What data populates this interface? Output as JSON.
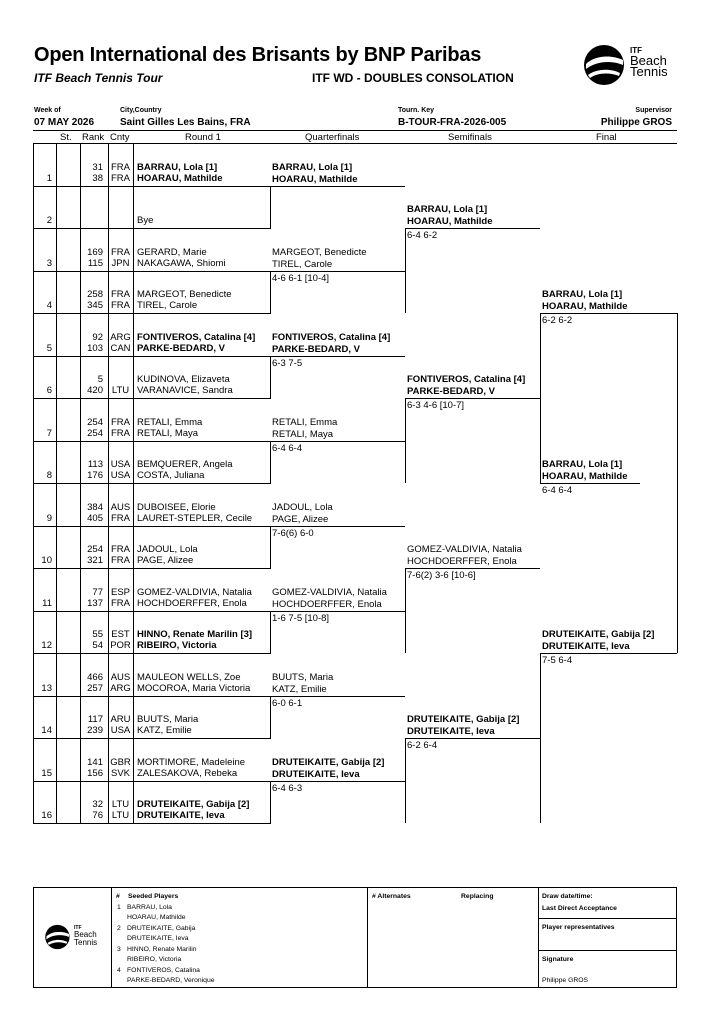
{
  "header": {
    "title": "Open International des Brisants by BNP Paribas",
    "tour": "ITF Beach Tennis Tour",
    "event": "ITF WD - DOUBLES CONSOLATION",
    "logo": {
      "small": "ITF",
      "line1": "Beach",
      "line2": "Tennis"
    }
  },
  "info": {
    "week_label": "Week of",
    "week_value": "07 MAY 2026",
    "city_label": "City,Country",
    "city_value": "Saint Gilles Les Bains, FRA",
    "key_label": "Tourn. Key",
    "key_value": "B-TOUR-FRA-2026-005",
    "sup_label": "Supervisor",
    "sup_value": "Philippe GROS"
  },
  "columns": {
    "st": "St.",
    "rank": "Rank",
    "cnty": "Cnty",
    "r1": "Round 1",
    "qf": "Quarterfinals",
    "sf": "Semifinals",
    "f": "Final"
  },
  "draw": [
    {
      "no": "1",
      "p1": {
        "rank": "31",
        "cnty": "FRA",
        "name": "BARRAU, Lola [1]"
      },
      "p2": {
        "rank": "38",
        "cnty": "FRA",
        "name": "HOARAU, Mathilde"
      },
      "bold": true
    },
    {
      "no": "2",
      "p1": {
        "rank": "",
        "cnty": "",
        "name": ""
      },
      "p2": {
        "rank": "",
        "cnty": "",
        "name": "Bye"
      },
      "bold": false
    },
    {
      "no": "3",
      "p1": {
        "rank": "169",
        "cnty": "FRA",
        "name": "GERARD, Marie"
      },
      "p2": {
        "rank": "115",
        "cnty": "JPN",
        "name": "NAKAGAWA, Shiomi"
      },
      "bold": false
    },
    {
      "no": "4",
      "p1": {
        "rank": "258",
        "cnty": "FRA",
        "name": "MARGEOT, Benedicte"
      },
      "p2": {
        "rank": "345",
        "cnty": "FRA",
        "name": "TIREL, Carole"
      },
      "bold": false
    },
    {
      "no": "5",
      "p1": {
        "rank": "92",
        "cnty": "ARG",
        "name": "FONTIVEROS, Catalina [4]"
      },
      "p2": {
        "rank": "103",
        "cnty": "CAN",
        "name": "PARKE-BEDARD, V"
      },
      "bold": true
    },
    {
      "no": "6",
      "p1": {
        "rank": "5",
        "cnty": "",
        "name": "KUDINOVA, Elizaveta"
      },
      "p2": {
        "rank": "420",
        "cnty": "LTU",
        "name": "VARANAVICE, Sandra"
      },
      "bold": false
    },
    {
      "no": "7",
      "p1": {
        "rank": "254",
        "cnty": "FRA",
        "name": "RETALI, Emma"
      },
      "p2": {
        "rank": "254",
        "cnty": "FRA",
        "name": "RETALI, Maya"
      },
      "bold": false
    },
    {
      "no": "8",
      "p1": {
        "rank": "113",
        "cnty": "USA",
        "name": "BEMQUERER, Angela"
      },
      "p2": {
        "rank": "176",
        "cnty": "USA",
        "name": "COSTA, Juliana"
      },
      "bold": false
    },
    {
      "no": "9",
      "p1": {
        "rank": "384",
        "cnty": "AUS",
        "name": "DUBOISEE, Elorie"
      },
      "p2": {
        "rank": "405",
        "cnty": "FRA",
        "name": "LAURET-STEPLER, Cecile"
      },
      "bold": false
    },
    {
      "no": "10",
      "p1": {
        "rank": "254",
        "cnty": "FRA",
        "name": "JADOUL, Lola"
      },
      "p2": {
        "rank": "321",
        "cnty": "FRA",
        "name": "PAGE, Alizee"
      },
      "bold": false
    },
    {
      "no": "11",
      "p1": {
        "rank": "77",
        "cnty": "ESP",
        "name": "GOMEZ-VALDIVIA, Natalia"
      },
      "p2": {
        "rank": "137",
        "cnty": "FRA",
        "name": "HOCHDOERFFER, Enola"
      },
      "bold": false
    },
    {
      "no": "12",
      "p1": {
        "rank": "55",
        "cnty": "EST",
        "name": "HINNO, Renate Marilin [3]"
      },
      "p2": {
        "rank": "54",
        "cnty": "POR",
        "name": "RIBEIRO, Victoria"
      },
      "bold": true
    },
    {
      "no": "13",
      "p1": {
        "rank": "466",
        "cnty": "AUS",
        "name": "MAULEON WELLS, Zoe"
      },
      "p2": {
        "rank": "257",
        "cnty": "ARG",
        "name": "MOCOROA, Maria Victoria"
      },
      "bold": false
    },
    {
      "no": "14",
      "p1": {
        "rank": "117",
        "cnty": "ARU",
        "name": "BUUTS, Maria"
      },
      "p2": {
        "rank": "239",
        "cnty": "USA",
        "name": "KATZ, Emilie"
      },
      "bold": false
    },
    {
      "no": "15",
      "p1": {
        "rank": "141",
        "cnty": "GBR",
        "name": "MORTIMORE, Madeleine"
      },
      "p2": {
        "rank": "156",
        "cnty": "SVK",
        "name": "ZALESAKOVA, Rebeka"
      },
      "bold": false
    },
    {
      "no": "16",
      "p1": {
        "rank": "32",
        "cnty": "LTU",
        "name": "DRUTEIKAITE, Gabija [2]"
      },
      "p2": {
        "rank": "76",
        "cnty": "LTU",
        "name": "DRUTEIKAITE, Ieva"
      },
      "bold": true
    }
  ],
  "qf": [
    {
      "n1": "BARRAU, Lola [1]",
      "n2": "HOARAU, Mathilde",
      "score": "",
      "bold": true
    },
    {
      "n1": "MARGEOT, Benedicte",
      "n2": "TIREL, Carole",
      "score": "4-6 6-1 [10-4]",
      "bold": false
    },
    {
      "n1": "FONTIVEROS, Catalina [4]",
      "n2": "PARKE-BEDARD, V",
      "score": "6-3 7-5",
      "bold": true
    },
    {
      "n1": "RETALI, Emma",
      "n2": "RETALI, Maya",
      "score": "6-4 6-4",
      "bold": false
    },
    {
      "n1": "JADOUL, Lola",
      "n2": "PAGE, Alizee",
      "score": "7-6(6) 6-0",
      "bold": false
    },
    {
      "n1": "GOMEZ-VALDIVIA, Natalia",
      "n2": "HOCHDOERFFER, Enola",
      "score": "1-6 7-5 [10-8]",
      "bold": false
    },
    {
      "n1": "BUUTS, Maria",
      "n2": "KATZ, Emilie",
      "score": "6-0 6-1",
      "bold": false
    },
    {
      "n1": "DRUTEIKAITE, Gabija [2]",
      "n2": "DRUTEIKAITE, Ieva",
      "score": "6-4 6-3",
      "bold": true
    }
  ],
  "sf": [
    {
      "n1": "BARRAU, Lola [1]",
      "n2": "HOARAU, Mathilde",
      "score": "6-4 6-2",
      "bold": true
    },
    {
      "n1": "FONTIVEROS, Catalina [4]",
      "n2": "PARKE-BEDARD, V",
      "score": "6-3 4-6 [10-7]",
      "bold": true
    },
    {
      "n1": "GOMEZ-VALDIVIA, Natalia",
      "n2": "HOCHDOERFFER, Enola",
      "score": "7-6(2) 3-6 [10-6]",
      "bold": false
    },
    {
      "n1": "DRUTEIKAITE, Gabija [2]",
      "n2": "DRUTEIKAITE, Ieva",
      "score": "6-2 6-4",
      "bold": true
    }
  ],
  "f": [
    {
      "n1": "BARRAU, Lola [1]",
      "n2": "HOARAU, Mathilde",
      "score": "6-2 6-2",
      "bold": true
    },
    {
      "n1": "DRUTEIKAITE, Gabija [2]",
      "n2": "DRUTEIKAITE, Ieva",
      "score": "7-5 6-4",
      "bold": true
    }
  ],
  "winner": {
    "n1": "BARRAU, Lola [1]",
    "n2": "HOARAU, Mathilde",
    "score": "6-4 6-4"
  },
  "footer": {
    "seed_hash": "#",
    "seed_title": "Seeded Players",
    "seeds": [
      {
        "no": "1",
        "a": "BARRAU, Lola",
        "b": "HOARAU, Mathilde"
      },
      {
        "no": "2",
        "a": "DRUTEIKAITE, Gabija",
        "b": "DRUTEIKAITE, Ieva"
      },
      {
        "no": "3",
        "a": "HINNO, Renate Marilin",
        "b": "RIBEIRO, Victoria"
      },
      {
        "no": "4",
        "a": "FONTIVEROS, Catalina",
        "b": "PARKE-BEDARD, Veronique"
      }
    ],
    "alt_title": "# Alternates",
    "replacing": "Replacing",
    "draw_date": "Draw date/time:",
    "lda": "Last Direct Acceptance",
    "reps": "Player representatives",
    "signature": "Signature",
    "sig_name": "Philippe GROS"
  }
}
